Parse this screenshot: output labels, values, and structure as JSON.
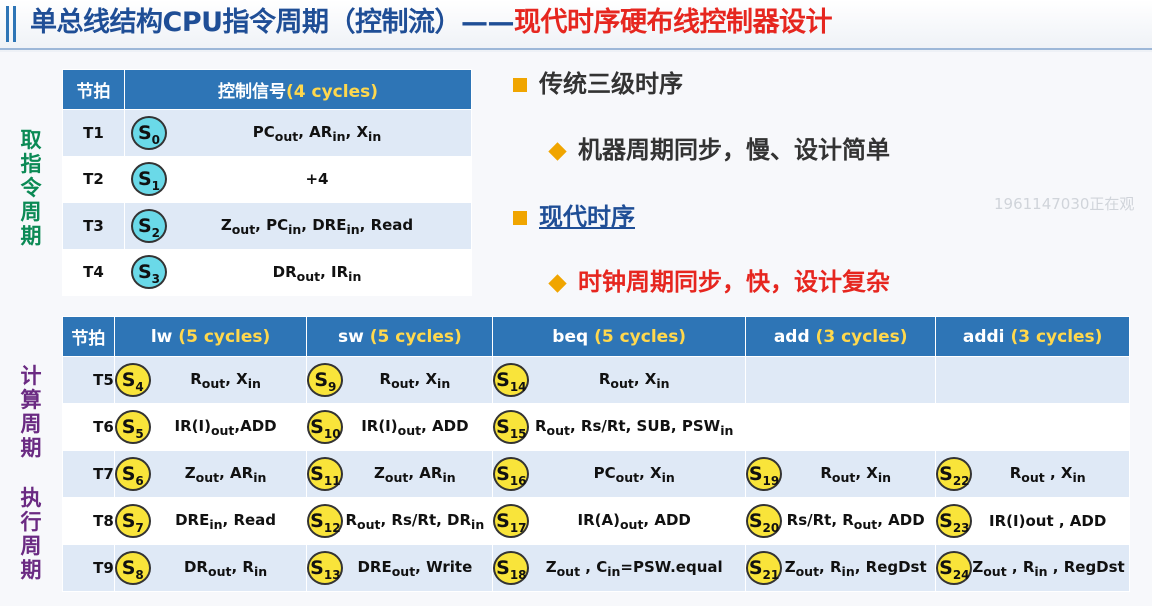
{
  "title": {
    "part1": "单总线结构CPU指令周期（控制流）——",
    "part2": "现代时序硬布线控制器设计"
  },
  "side_labels": {
    "fetch": [
      "取",
      "指",
      "令",
      "周",
      "期"
    ],
    "compute": [
      "计",
      "算",
      "周",
      "期"
    ],
    "exec": [
      "执",
      "行",
      "周",
      "期"
    ]
  },
  "colors": {
    "header": "#2e75b6",
    "cycles": "#ffd84d",
    "title_blue": "#1f4e96",
    "title_red": "#e6261f",
    "fetch_label": "#0b8a55",
    "exec_label": "#6a2a82",
    "state_cyan": "#6ad9e8",
    "state_yellow": "#f9e43a"
  },
  "fetch_table": {
    "h_beat": "节拍",
    "h_signal": "控制信号",
    "h_cycles": "(4 cycles)",
    "rows": [
      {
        "t": "T1",
        "s": "0",
        "sig": "PC_out, AR_in, X_in"
      },
      {
        "t": "T2",
        "s": "1",
        "sig": "+4"
      },
      {
        "t": "T3",
        "s": "2",
        "sig": "Z_out, PC_in, DRE_in, Read"
      },
      {
        "t": "T4",
        "s": "3",
        "sig": "DR_out, IR_in"
      }
    ]
  },
  "exec_table": {
    "h_beat": "节拍",
    "headers": [
      {
        "name": "lw",
        "cycles": "(5 cycles)"
      },
      {
        "name": "sw",
        "cycles": "(5 cycles)"
      },
      {
        "name": "beq",
        "cycles": "(5 cycles)"
      },
      {
        "name": "add",
        "cycles": "(3 cycles)"
      },
      {
        "name": "addi",
        "cycles": "(3 cycles)"
      }
    ],
    "rows": [
      {
        "t": "T5",
        "lw": [
          "4",
          "R_out, X_in"
        ],
        "sw": [
          "9",
          "R_out, X_in"
        ],
        "beq": [
          "14",
          "R_out, X_in"
        ],
        "add": null,
        "addi": null
      },
      {
        "t": "T6",
        "lw": [
          "5",
          "IR(I)_out,ADD"
        ],
        "sw": [
          "10",
          "IR(I)_out, ADD"
        ],
        "beq": [
          "15",
          "R_out, Rs/Rt, SUB, PSW_in"
        ],
        "add": null,
        "addi": null
      },
      {
        "t": "T7",
        "lw": [
          "6",
          "Z_out, AR_in"
        ],
        "sw": [
          "11",
          "Z_out, AR_in"
        ],
        "beq": [
          "16",
          "PC_out, X_in"
        ],
        "add": [
          "19",
          "R_out, X_in"
        ],
        "addi": [
          "22",
          "R_out , X_in"
        ]
      },
      {
        "t": "T8",
        "lw": [
          "7",
          "DRE_in, Read"
        ],
        "sw": [
          "12",
          "R_out, Rs/Rt, DR_in"
        ],
        "beq": [
          "17",
          "IR(A)_out, ADD"
        ],
        "add": [
          "20",
          "Rs/Rt, R_out, ADD"
        ],
        "addi": [
          "23",
          "IR(I)out , ADD"
        ]
      },
      {
        "t": "T9",
        "lw": [
          "8",
          "DR_out, R_in"
        ],
        "sw": [
          "13",
          "DRE_out, Write"
        ],
        "beq": [
          "18",
          "Z_out , C_in=PSW.equal"
        ],
        "add": [
          "21",
          "Z_out, R_in, RegDst"
        ],
        "addi": [
          "24",
          "Z_out , R_in , RegDst"
        ]
      }
    ]
  },
  "bullets": {
    "b1": "传统三级时序",
    "b1_sub": "机器周期同步，慢、设计简单",
    "b2": "现代时序",
    "b2_sub": "时钟周期同步，快，设计复杂"
  },
  "watermark": "1961147030正在观"
}
